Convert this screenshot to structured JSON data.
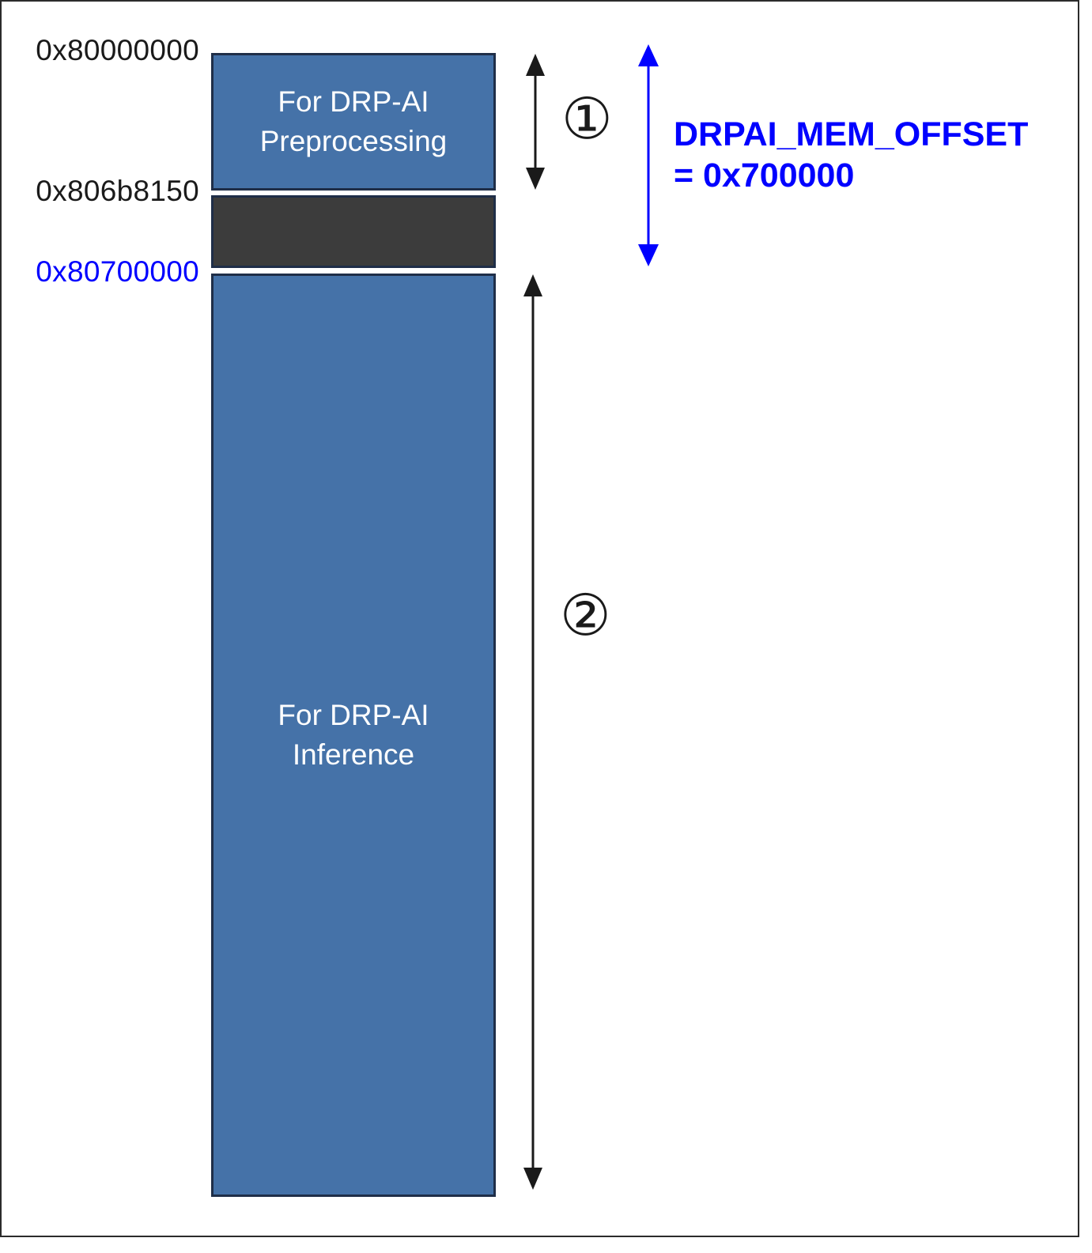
{
  "addresses": {
    "start": "0x80000000",
    "preprocessing_end": "0x806b8150",
    "inference_start": "0x80700000"
  },
  "blocks": {
    "preprocessing": {
      "line1": "For DRP-AI",
      "line2": "Preprocessing"
    },
    "inference": {
      "line1": "For DRP-AI",
      "line2": "Inference"
    }
  },
  "markers": {
    "one": "①",
    "two": "②"
  },
  "offset": {
    "name": "DRPAI_MEM_OFFSET",
    "value": "= 0x700000"
  },
  "colors": {
    "block_fill": "#4572a8",
    "reserved_fill": "#3c3c3c",
    "highlight": "#0000ff",
    "arrow": "#1a1a1a"
  }
}
